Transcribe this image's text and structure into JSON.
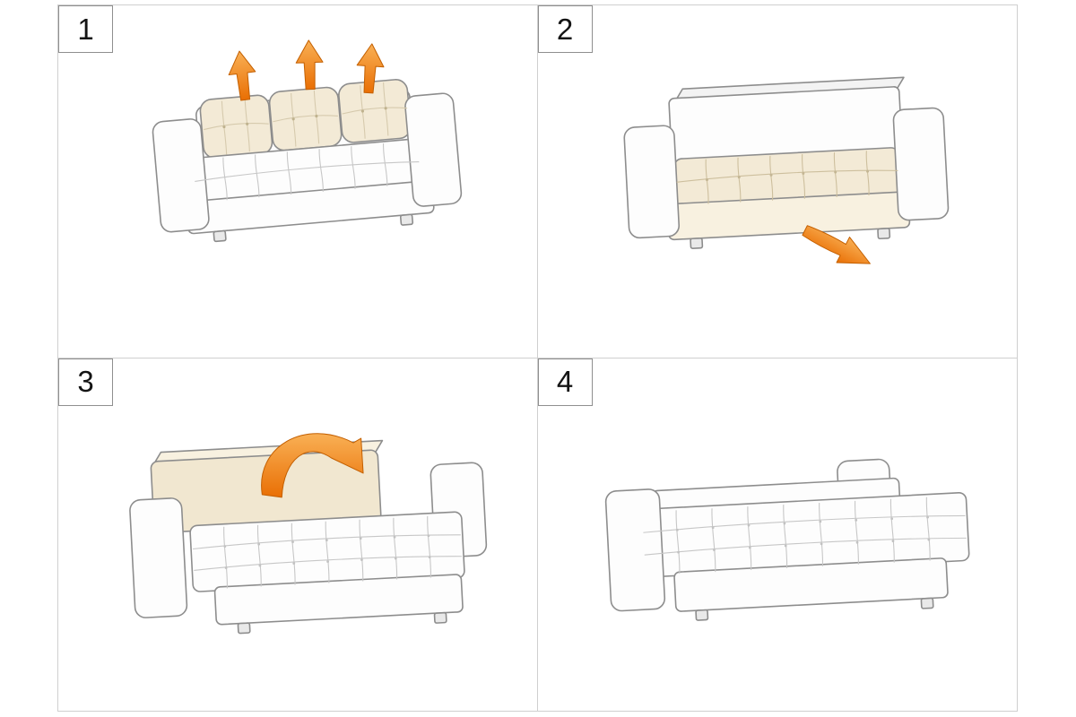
{
  "sheet": {
    "type": "assembly-instruction-sheet",
    "subject": "sofa-bed-conversion",
    "grid": "2x2"
  },
  "panels": [
    {
      "number": "1",
      "illustration": "sofa-with-three-back-cushions",
      "action": "three-orange-arrows-up-lift-back-cushions"
    },
    {
      "number": "2",
      "illustration": "sofa-without-back-cushions",
      "action": "orange-arrow-pull-base-out-diagonally"
    },
    {
      "number": "3",
      "illustration": "sofa-backrest-folded-seat-extended",
      "action": "curved-orange-arrow-fold-backrest-forward"
    },
    {
      "number": "4",
      "illustration": "sofa-converted-to-flat-bed",
      "action": "none"
    }
  ],
  "colors": {
    "arrow_light": "#F9B055",
    "arrow_dark": "#E96F04",
    "arrow_stroke": "#C35F00",
    "line_art": "#8D8D8D",
    "cushion_cream": "#F3EAD6",
    "cream_shade": "#F8F1E0",
    "panel_border": "#CFCFCF",
    "number_box_border": "#8F8F8F",
    "background": "#FFFFFF"
  }
}
